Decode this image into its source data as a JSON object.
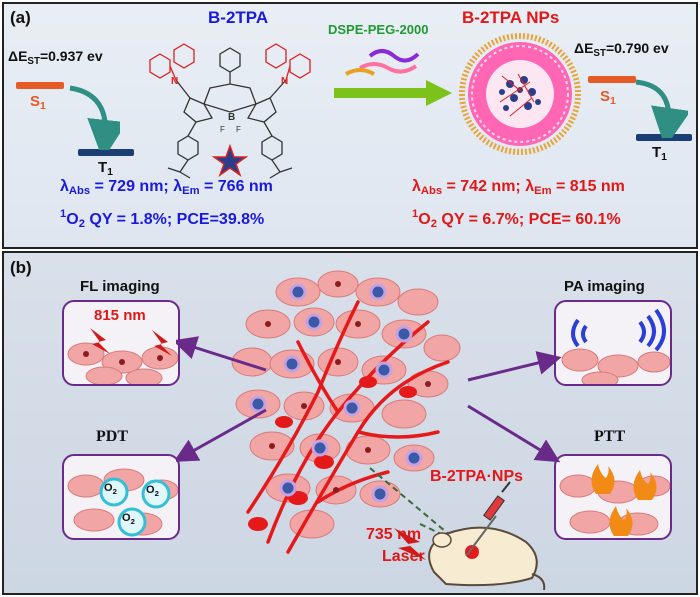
{
  "panel_a": {
    "label": "(a)",
    "left": {
      "delta_e": "ΔE",
      "delta_e_sub": "ST",
      "delta_e_value": "=0.937 ev",
      "s1_letter": "S",
      "s1_sub": "1",
      "t1_letter": "T",
      "t1_sub": "1"
    },
    "molecule_title": "B-2TPA",
    "arrow_label": "DSPE-PEG-2000",
    "np_title": "B-2TPA NPs",
    "right": {
      "delta_e": "ΔE",
      "delta_e_sub": "ST",
      "delta_e_value": "=0.790 ev",
      "s1_letter": "S",
      "s1_sub": "1",
      "t1_letter": "T",
      "t1_sub": "1"
    },
    "molecule_props": {
      "lambda": "λ",
      "abs_sub": "Abs",
      "abs_value": " = 729 nm; ",
      "em_sub": "Em",
      "em_value": " = 766 nm",
      "qy_sup": "1",
      "qy_text": "O",
      "qy_sub": "2",
      "qy_value": " QY = 1.8%; PCE=39.8%"
    },
    "np_props": {
      "lambda": "λ",
      "abs_sub": "Abs",
      "abs_value": " = 742 nm; ",
      "em_sub": "Em",
      "em_value": " = 815 nm",
      "qy_sup": "1",
      "qy_text": "O",
      "qy_sub": "2",
      "qy_value": " QY = 6.7%; PCE= 60.1%"
    },
    "fluor_labels": {
      "boron": "B",
      "fluoride": "F"
    },
    "nitrogen_label": "N"
  },
  "panel_b": {
    "label": "(b)",
    "fl_imaging": "FL imaging",
    "fl_wavelength": "815 nm",
    "pa_imaging": "PA imaging",
    "pdt": "PDT",
    "ptt": "PTT",
    "o2_label": "O",
    "o2_sub": "2",
    "np_label": "B-2TPA·NPs",
    "laser_wavelength": "735 nm",
    "laser_word": "Laser"
  },
  "colors": {
    "blue": "#1a1adc",
    "red": "#e01818",
    "green": "#1e9a30",
    "purple": "#6a2a8a",
    "navy": "#1b3f73",
    "orange": "#e65a26"
  }
}
